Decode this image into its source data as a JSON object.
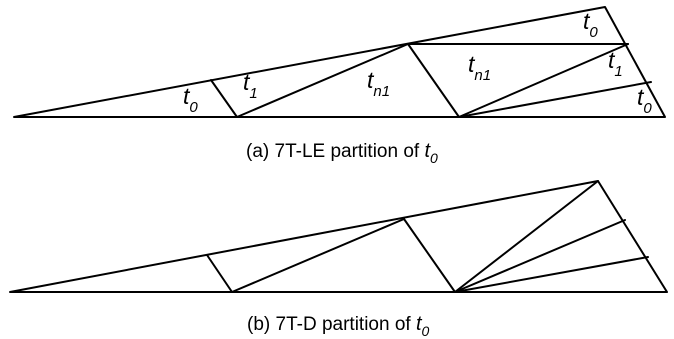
{
  "diagram_a": {
    "caption_prefix": "(a) 7T-LE partition of ",
    "caption_t": "t",
    "caption_sub": "0",
    "labels": [
      {
        "base": "t",
        "sub": "0"
      },
      {
        "base": "t",
        "sub": "1"
      },
      {
        "base": "t",
        "sub": "n1"
      },
      {
        "base": "t",
        "sub": "n1"
      },
      {
        "base": "t",
        "sub": "1"
      },
      {
        "base": "t",
        "sub": "0"
      },
      {
        "base": "t",
        "sub": "0"
      }
    ]
  },
  "diagram_b": {
    "caption_prefix": "(b) 7T-D partition of ",
    "caption_t": "t",
    "caption_sub": "0"
  },
  "colors": {
    "stroke": "#000000",
    "background": "#ffffff"
  }
}
